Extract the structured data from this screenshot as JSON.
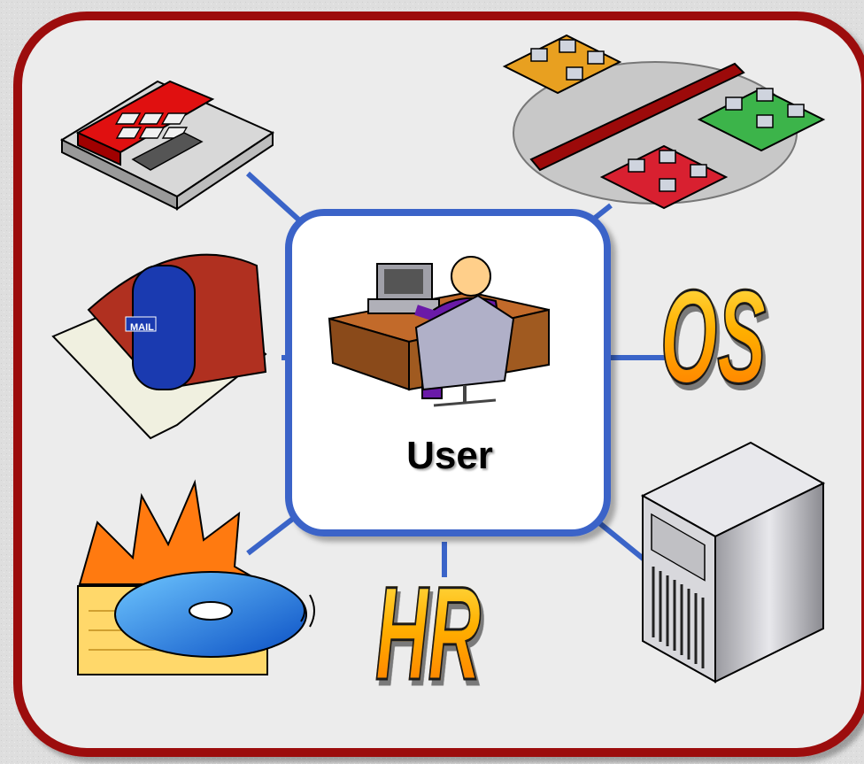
{
  "center": {
    "label": "User"
  },
  "mailbox": {
    "sign": "MAIL"
  },
  "os_wordart": {
    "text": "OS"
  },
  "hr_wordart": {
    "text": "HR"
  },
  "colors": {
    "frame_border": "#9c0a0a",
    "connector": "#3a64c8",
    "center_border": "#3a64c8",
    "panel_fill": "#eeeeee",
    "wordart_fill": "#ffb000"
  },
  "icons": [
    "telephone-icon",
    "network-lan-icon",
    "mailbox-icon",
    "user-at-computer-icon",
    "os-wordart",
    "cd-disc-icon",
    "hr-wordart",
    "server-tower-icon"
  ]
}
